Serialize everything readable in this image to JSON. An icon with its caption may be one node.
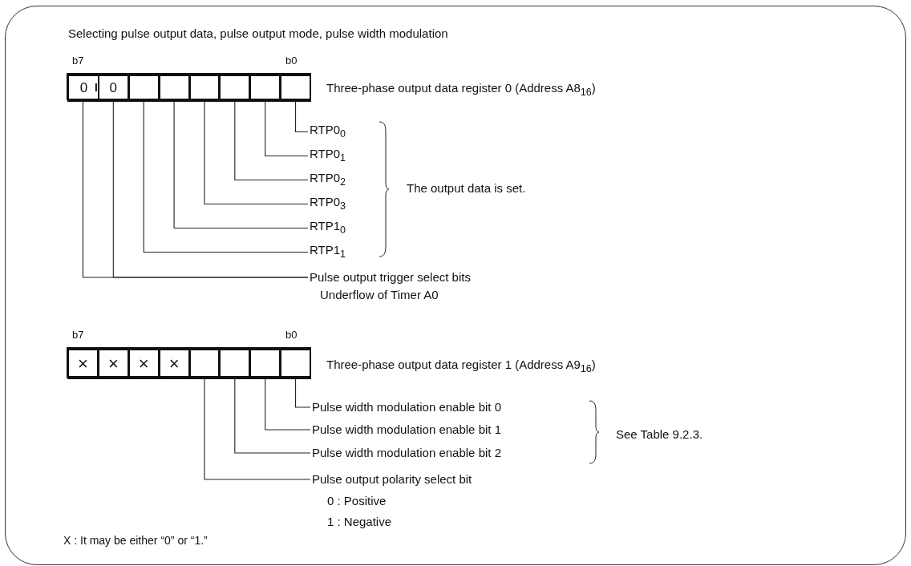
{
  "diagram": {
    "nodes": [
      {
        "text": [
          "Selecting pulse output data, pulse output mode, pulse width modulation"
        ]
      },
      {
        "text": [
          "Three-phase output data register 0 (Address A8$_{16}$)"
        ],
        "in": 0
      },
      {
        "text": [
          "0"
        ],
        "in": 1
      },
      {
        "text": [
          "0"
        ],
        "in": 1
      },
      {
        "text": [],
        "shape": "box",
        "in": 1
      },
      {
        "text": [],
        "shape": "box",
        "in": 1
      },
      {
        "text": [],
        "shape": "box",
        "in": 1
      },
      {
        "text": [],
        "shape": "box",
        "in": 1
      },
      {
        "text": [],
        "shape": "box",
        "in": 1
      },
      {
        "text": [],
        "shape": "box",
        "in": 1
      },
      {
        "text": [
          "RTP0$_{0}$"
        ],
        "in": 0
      },
      {
        "text": [
          "RTP0$_{1}$"
        ],
        "in": 0
      },
      {
        "text": [
          "RTP0$_{2}$"
        ],
        "in": 0
      },
      {
        "text": [
          "RTP0$_{3}$"
        ],
        "in": 0
      },
      {
        "text": [
          "RTP1$_{0}$"
        ],
        "in": 0
      },
      {
        "text": [
          "RTP1$_{1}$"
        ],
        "in": 0
      },
      {
        "text": [
          "Pulse output trigger select bits",
          "Underflow of Timer A0"
        ],
        "in": 0
      },
      {
        "text": [
          "Three-phase output data register 1 (Address A9$_{16}$)"
        ],
        "in": 0
      },
      {
        "text": [
          "×"
        ],
        "in": 17
      },
      {
        "text": [
          "×"
        ],
        "in": 17
      },
      {
        "text": [
          "×"
        ],
        "in": 17
      },
      {
        "text": [
          "×"
        ],
        "in": 17
      },
      {
        "text": [],
        "shape": "box",
        "in": 17
      },
      {
        "text": [],
        "shape": "box",
        "in": 17
      },
      {
        "text": [],
        "shape": "box",
        "in": 17
      },
      {
        "text": [],
        "shape": "box",
        "in": 17
      },
      {
        "text": [
          "Pulse width modulation enable bit 0"
        ],
        "in": 0
      },
      {
        "text": [
          "Pulse width modulation enable bit 1"
        ],
        "in": 0
      },
      {
        "text": [
          "Pulse width modulation enable bit 2"
        ],
        "in": 0
      },
      {
        "text": [
          "Pulse output polarity select bit",
          "0 : Positive",
          "1 : Negative"
        ],
        "in": 0
      }
    ],
    "edges": [
      {
        "from": 9,
        "to": 10,
        "arrow": "none"
      },
      {
        "from": 8,
        "to": 11,
        "arrow": "none"
      },
      {
        "from": 7,
        "to": 12,
        "arrow": "none"
      },
      {
        "from": 6,
        "to": 13,
        "arrow": "none"
      },
      {
        "from": 5,
        "to": 14,
        "arrow": "none"
      },
      {
        "from": 4,
        "to": 15,
        "arrow": "none"
      },
      {
        "from": 2,
        "to": 16,
        "arrow": "none"
      },
      {
        "from": 3,
        "to": 16,
        "arrow": "none"
      },
      {
        "from": 25,
        "to": 26,
        "arrow": "none"
      },
      {
        "from": 24,
        "to": 27,
        "arrow": "none"
      },
      {
        "from": 23,
        "to": 28,
        "arrow": "none"
      },
      {
        "from": 22,
        "to": 29,
        "arrow": "none"
      }
    ],
    "labels": [
      "b7",
      "b0",
      "The output data is set.",
      "b7",
      "b0",
      "See Table 9.2.3.",
      "X : It may be either “0” or “1.”"
    ]
  }
}
